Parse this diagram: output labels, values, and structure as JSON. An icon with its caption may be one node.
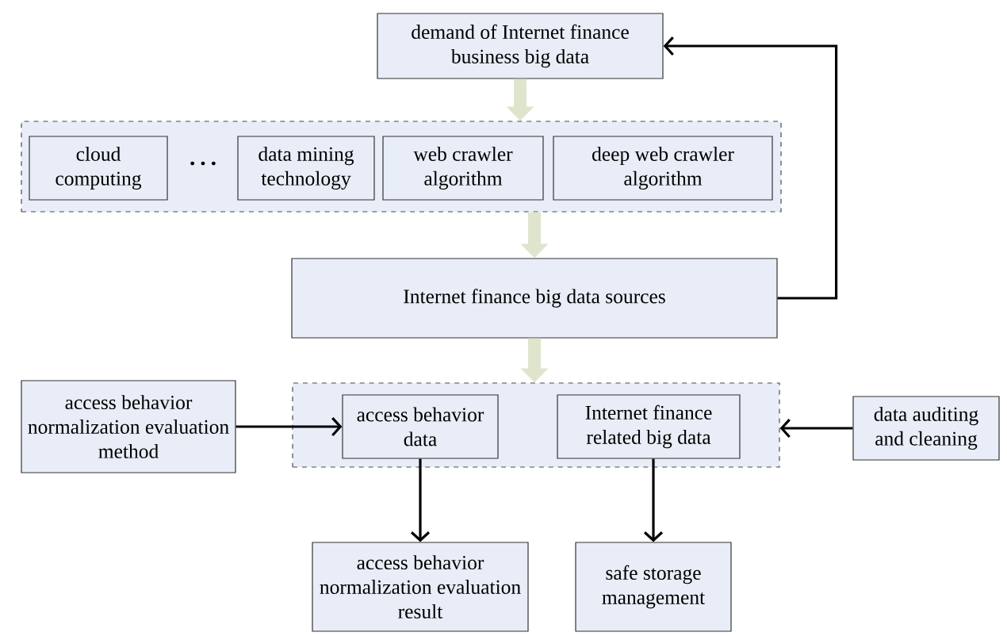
{
  "diagram": {
    "nodes": [
      {
        "text": [
          "demand of Internet finance business big data"
        ]
      },
      {
        "text": [],
        "shape": "box"
      },
      {
        "text": [
          "cloud computing"
        ],
        "in": 1
      },
      {
        "text": [
          "data mining technology"
        ],
        "in": 1
      },
      {
        "text": [
          "web crawler algorithm"
        ],
        "in": 1
      },
      {
        "text": [
          "deep web crawler algorithm"
        ],
        "in": 1
      },
      {
        "text": [
          "Internet finance big data sources"
        ]
      },
      {
        "text": [],
        "shape": "box"
      },
      {
        "text": [
          "access behavior data"
        ],
        "in": 7
      },
      {
        "text": [
          "Internet finance related big data"
        ],
        "in": 7
      },
      {
        "text": [
          "access behavior normalization evaluation method"
        ]
      },
      {
        "text": [
          "data auditing and cleaning"
        ]
      },
      {
        "text": [
          "access behavior normalization evaluation result"
        ]
      },
      {
        "text": [
          "safe storage management"
        ]
      }
    ],
    "edges": [
      {
        "from": 0,
        "to": 1,
        "arrow": "to",
        "style": "thick",
        "color": "#dfe4cc"
      },
      {
        "from": 1,
        "to": 6,
        "arrow": "to",
        "style": "thick",
        "color": "#dfe4cc"
      },
      {
        "from": 6,
        "to": 7,
        "arrow": "to",
        "style": "thick",
        "color": "#dfe4cc"
      },
      {
        "from": 6,
        "to": 0,
        "arrow": "to"
      },
      {
        "from": 10,
        "to": 8,
        "arrow": "to"
      },
      {
        "from": 11,
        "to": 7,
        "arrow": "to"
      },
      {
        "from": 8,
        "to": 12,
        "arrow": "to"
      },
      {
        "from": 9,
        "to": 13,
        "arrow": "to"
      }
    ],
    "labels": [
      "…"
    ]
  }
}
